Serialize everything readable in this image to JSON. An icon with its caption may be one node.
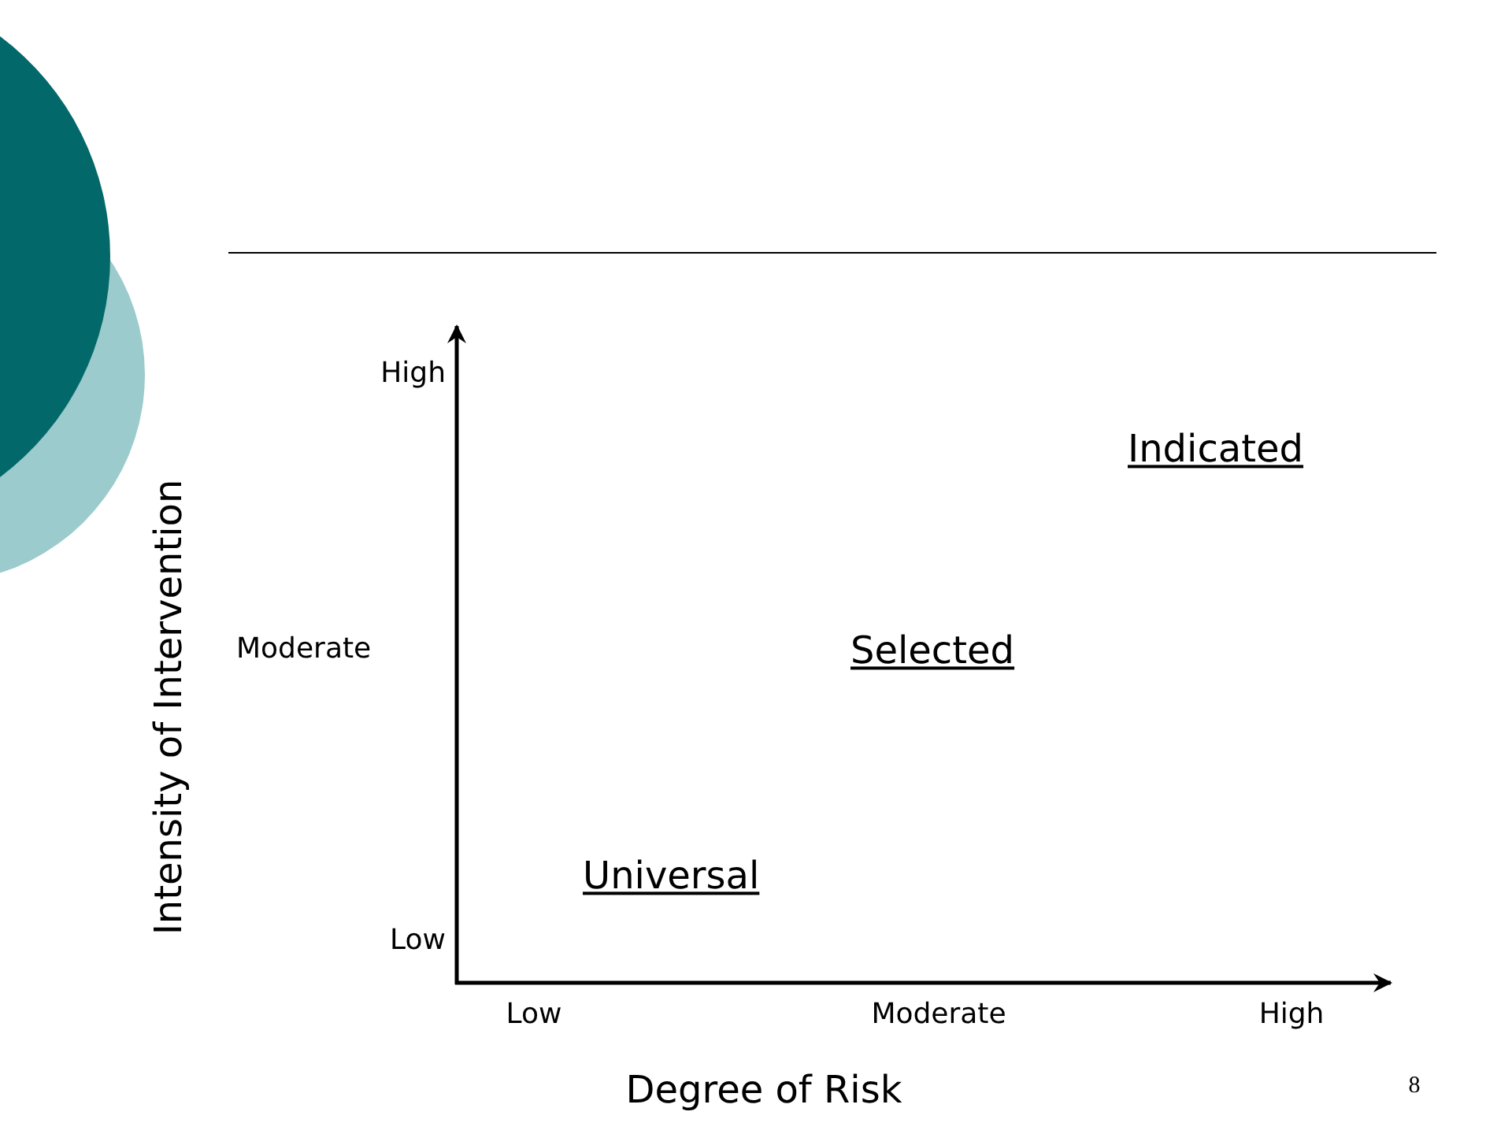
{
  "diagram": {
    "labels": [
      "High",
      "Indicated",
      "Intensity of Intervention",
      "Moderate",
      "Selected",
      "Universal",
      "Low",
      "Low",
      "Moderate",
      "High",
      "Degree of Risk",
      "8"
    ]
  }
}
